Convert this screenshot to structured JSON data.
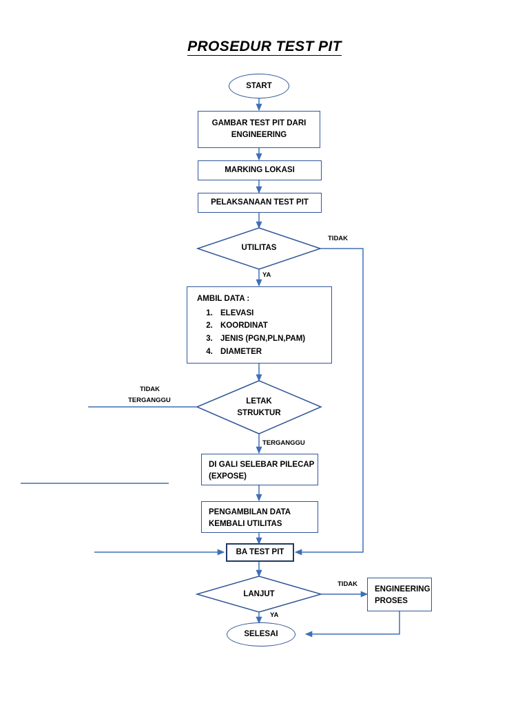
{
  "document": {
    "title": "PROSEDUR TEST PIT"
  },
  "colors": {
    "line": "#3f6fb5",
    "shape_border": "#2f5597",
    "thick_border": "#1f3864",
    "text": "#000000",
    "background": "#ffffff"
  },
  "nodes": {
    "start": {
      "label": "START",
      "shape": "ellipse"
    },
    "gambar": {
      "label": "GAMBAR TEST PIT DARI ENGINEERING",
      "shape": "rect"
    },
    "marking": {
      "label": "MARKING LOKASI",
      "shape": "rect"
    },
    "pelaksanaan": {
      "label": "PELAKSANAAN TEST PIT",
      "shape": "rect"
    },
    "utilitas": {
      "label": "UTILITAS",
      "shape": "diamond"
    },
    "ambil_data": {
      "header": "AMBIL DATA :",
      "items": [
        "ELEVASI",
        "KOORDINAT",
        "JENIS (PGN,PLN,PAM)",
        "DIAMETER"
      ],
      "shape": "rect"
    },
    "letak_struktur": {
      "label_line1": "LETAK",
      "label_line2": "STRUKTUR",
      "shape": "diamond"
    },
    "digali": {
      "line1": "DI GALI SELEBAR PILECAP",
      "line2": "(EXPOSE)",
      "shape": "rect"
    },
    "pengambilan": {
      "line1": "PENGAMBILAN DATA",
      "line2": "KEMBALI UTILITAS",
      "shape": "rect"
    },
    "ba_test_pit": {
      "label": "BA TEST PIT",
      "shape": "rect-thick"
    },
    "lanjut": {
      "label": "LANJUT",
      "shape": "diamond"
    },
    "engineering_proses": {
      "line1": "ENGINEERING",
      "line2": "PROSES",
      "shape": "rect"
    },
    "selesai": {
      "label": "SELESAI",
      "shape": "ellipse"
    }
  },
  "edge_labels": {
    "utilitas_tidak": "TIDAK",
    "utilitas_ya": "YA",
    "letak_tidak": "TIDAK",
    "letak_terganggu_left": "TERGANGGU",
    "letak_terganggu_down": "TERGANGGU",
    "lanjut_tidak": "TIDAK",
    "lanjut_ya": "YA"
  }
}
